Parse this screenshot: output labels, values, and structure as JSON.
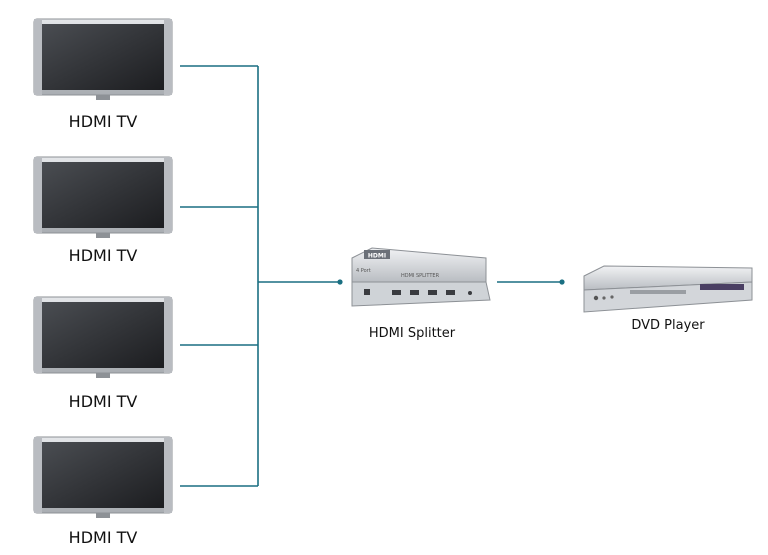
{
  "tvs": [
    {
      "label": "HDMI TV"
    },
    {
      "label": "HDMI TV"
    },
    {
      "label": "HDMI TV"
    },
    {
      "label": "HDMI TV"
    }
  ],
  "splitter": {
    "label": "HDMI Splitter",
    "brand": "HDMI",
    "model": "HDMI SPLITTER",
    "ports": "4 Port"
  },
  "dvd": {
    "label": "DVD Player"
  },
  "colors": {
    "line": "#1a6f82",
    "tv_bezel": "#c9ccd0",
    "screen": "#2a2c30",
    "device": "#dfe2e6"
  }
}
